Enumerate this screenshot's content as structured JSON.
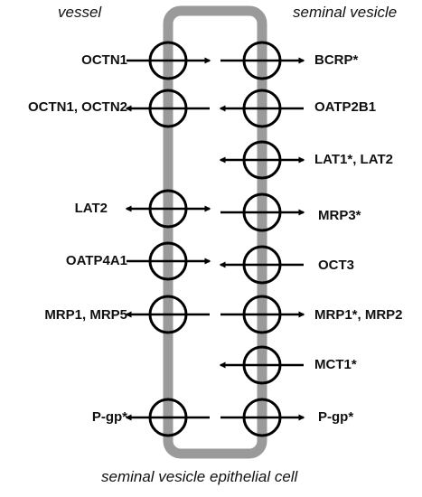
{
  "titles": {
    "vessel": "vessel",
    "seminal_vesicle": "seminal vesicle",
    "cell": "seminal vesicle epithelial cell"
  },
  "colors": {
    "cell_outline": "#9a9a9a",
    "transporter_stroke": "#000000",
    "text": "#111111"
  },
  "left_membrane": [
    {
      "label": "OCTN1",
      "direction": "into-cell"
    },
    {
      "label": "OCTN1, OCTN2",
      "direction": "out-of-cell"
    },
    {
      "label": "LAT2",
      "direction": "bidirectional"
    },
    {
      "label": "OATP4A1",
      "direction": "into-cell"
    },
    {
      "label": "MRP1, MRP5",
      "direction": "out-of-cell"
    },
    {
      "label": "P-gp*",
      "direction": "out-of-cell"
    }
  ],
  "right_membrane": [
    {
      "label": "BCRP*",
      "direction": "out-of-cell"
    },
    {
      "label": "OATP2B1",
      "direction": "into-cell"
    },
    {
      "label": "LAT1*, LAT2",
      "direction": "bidirectional"
    },
    {
      "label": "MRP3*",
      "direction": "out-of-cell"
    },
    {
      "label": "OCT3",
      "direction": "into-cell"
    },
    {
      "label": "MRP1*, MRP2",
      "direction": "out-of-cell"
    },
    {
      "label": "MCT1*",
      "direction": "into-cell"
    },
    {
      "label": "P-gp*",
      "direction": "out-of-cell"
    }
  ]
}
